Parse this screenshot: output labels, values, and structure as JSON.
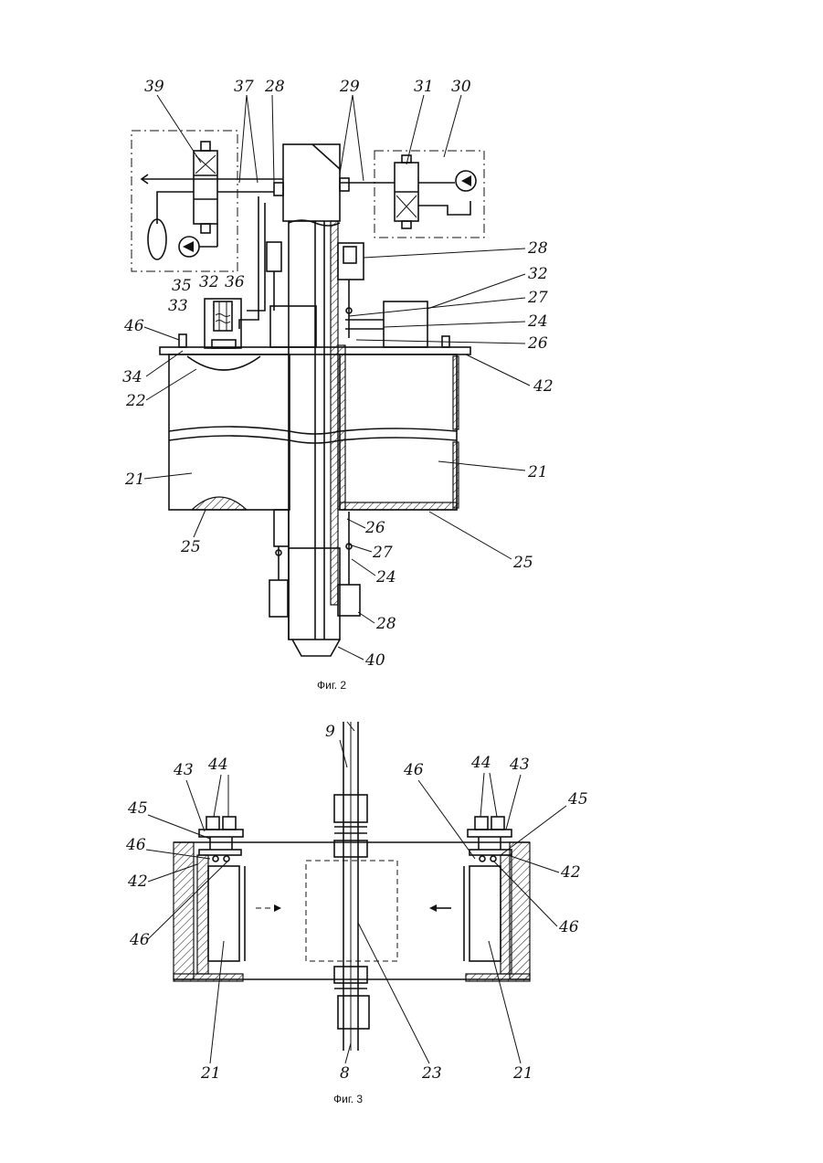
{
  "figures": [
    {
      "caption": "Фиг. 2",
      "labels": [
        "39",
        "37",
        "28",
        "29",
        "31",
        "30",
        "28",
        "32",
        "27",
        "24",
        "26",
        "42",
        "35",
        "32",
        "36",
        "33",
        "46",
        "34",
        "22",
        "21",
        "21",
        "25",
        "26",
        "27",
        "24",
        "25",
        "28",
        "40"
      ]
    },
    {
      "caption": "Фиг. 3",
      "labels": [
        "9",
        "43",
        "44",
        "46",
        "44",
        "43",
        "45",
        "45",
        "46",
        "42",
        "42",
        "46",
        "46",
        "21",
        "8",
        "23",
        "21"
      ]
    }
  ]
}
